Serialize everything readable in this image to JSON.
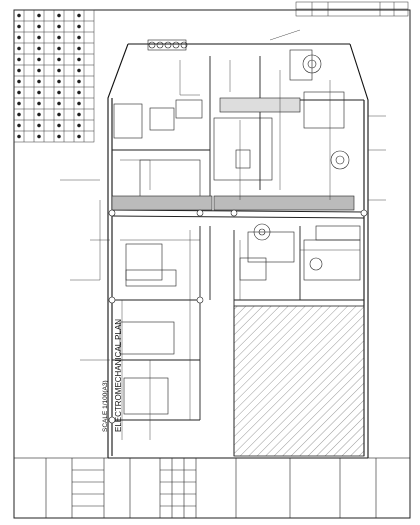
{
  "title_block": {
    "drawing_title": "ELECTROMECHANICAL PLAN",
    "scale": "SCALE 1/100(A3)",
    "company_name": "",
    "project_name": ""
  },
  "legend": {
    "rows": 12,
    "columns": 8
  }
}
